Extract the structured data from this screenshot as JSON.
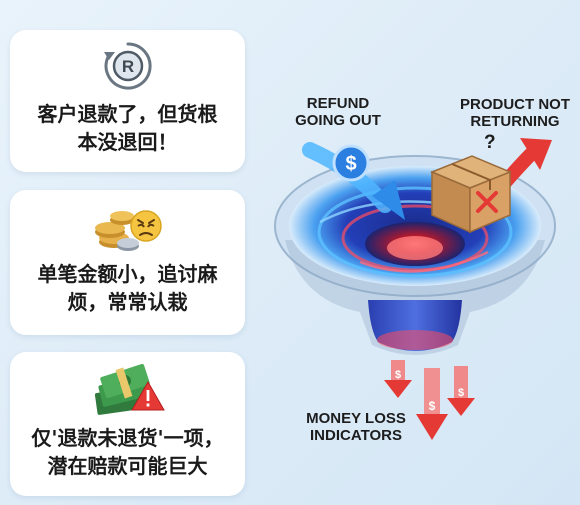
{
  "cards": [
    {
      "text_line1": "客户退款了，但货根",
      "text_line2": "本没退回！",
      "icon": "registered-return-icon"
    },
    {
      "text_line1": "单笔金额小，追讨麻",
      "text_line2": "烦，常常认栽",
      "icon": "coins-annoyed-face-icon"
    },
    {
      "text_line1": "仅'退款未退货'一项，",
      "text_line2": "潜在赔款可能巨大",
      "icon": "cash-warning-icon"
    }
  ],
  "diagram": {
    "refund_label": "REFUND\nGOING OUT",
    "product_label": "PRODUCT NOT\nRETURNING",
    "question_mark": "?",
    "money_label": "MONEY LOSS\nINDICATORS",
    "dollar_symbol": "$",
    "colors": {
      "whirl_blue": "#1d5fd8",
      "whirl_red": "#e83a3a",
      "box": "#c9955c",
      "arrow_red": "#e53935",
      "coin_blue": "#2a7fe0"
    }
  }
}
